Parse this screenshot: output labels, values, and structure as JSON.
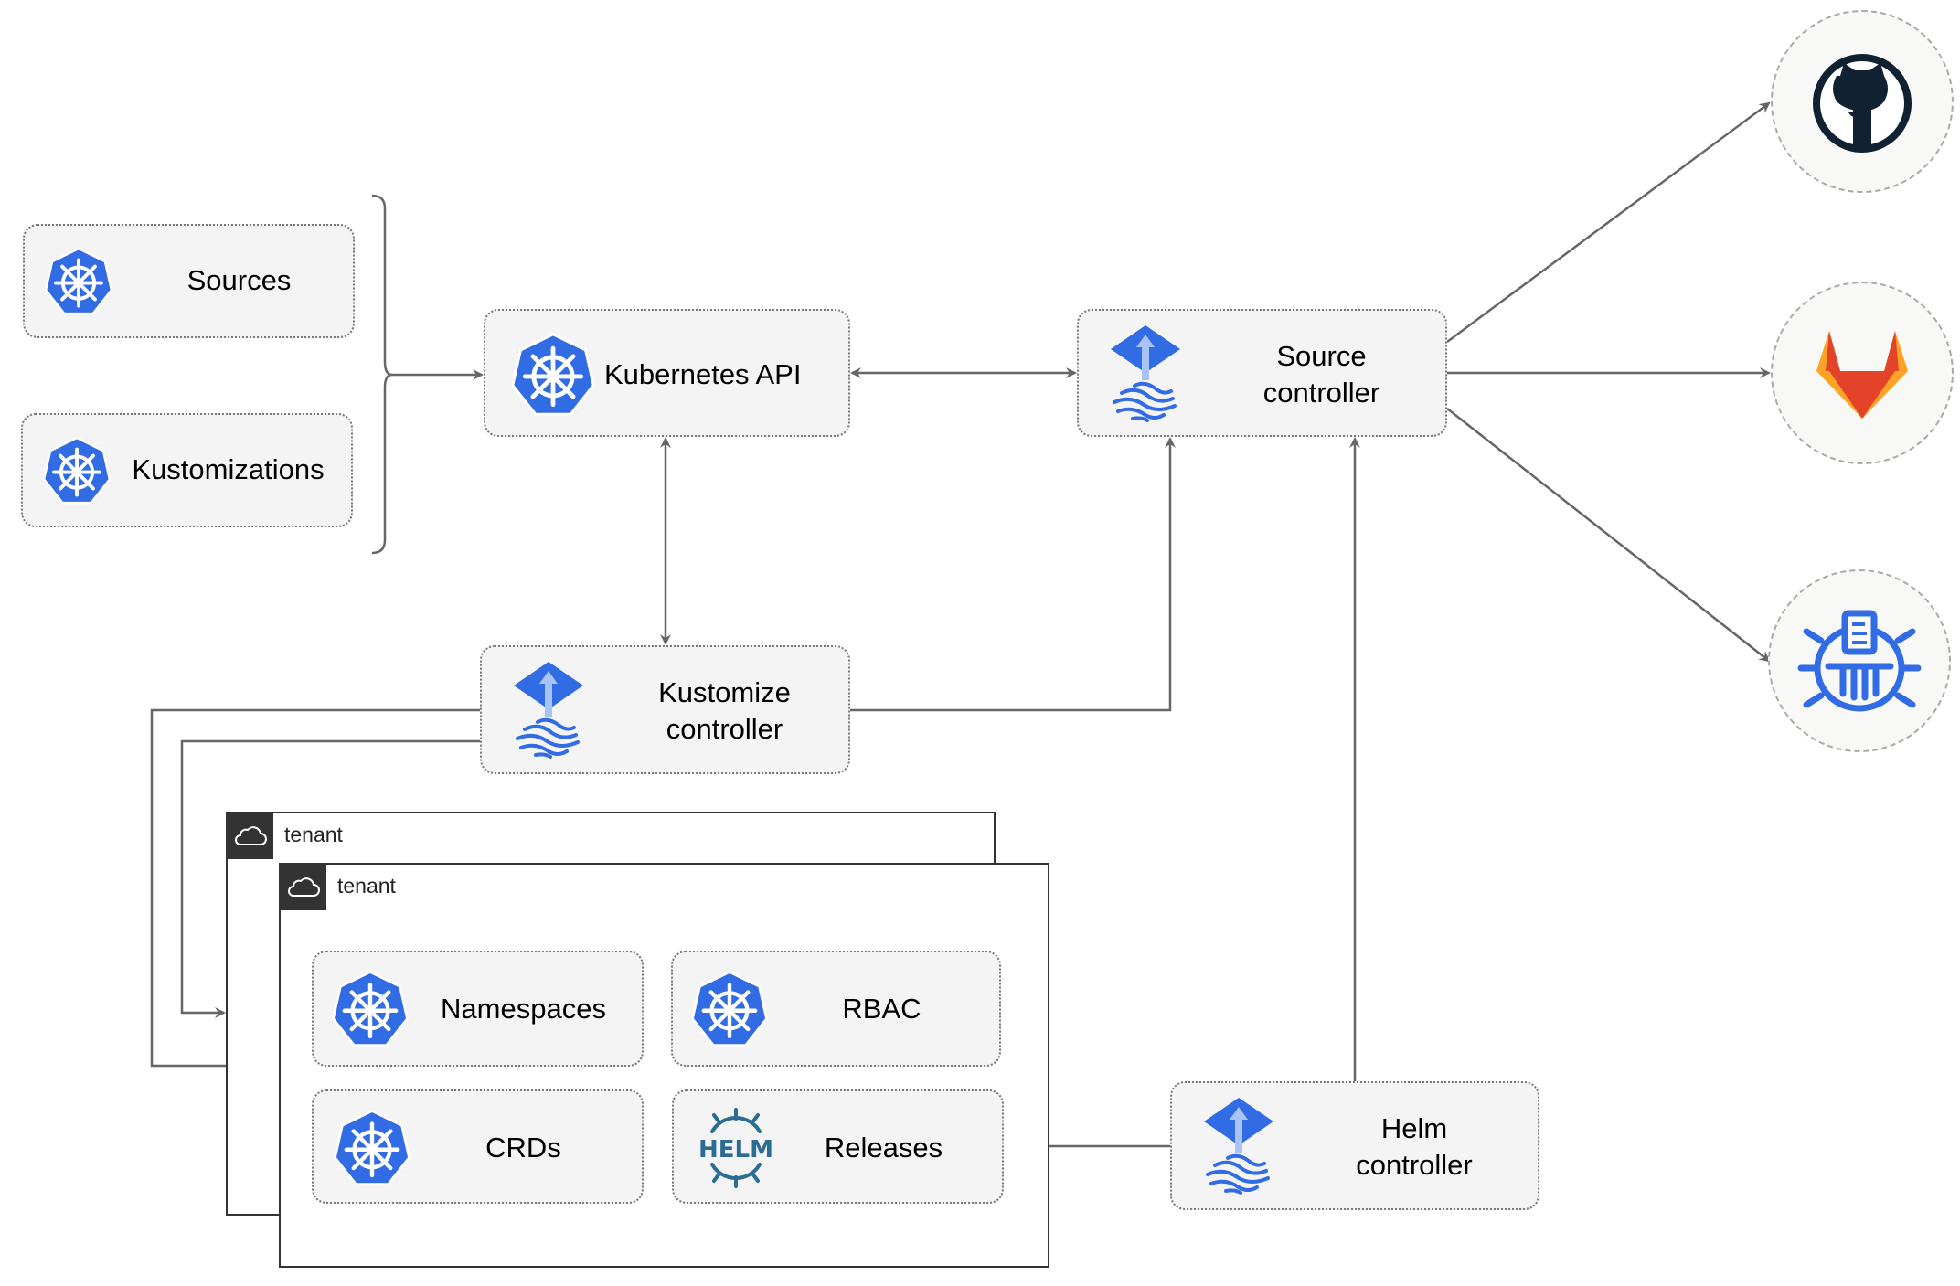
{
  "nodes": {
    "sources": "Sources",
    "kustomizations": "Kustomizations",
    "kubernetes_api": "Kubernetes API",
    "source_controller": "Source\ncontroller",
    "kustomize_controller": "Kustomize\ncontroller",
    "helm_controller": "Helm\ncontroller",
    "namespaces": "Namespaces",
    "rbac": "RBAC",
    "crds": "CRDs",
    "releases": "Releases"
  },
  "tenants": [
    "tenant",
    "tenant"
  ],
  "helm_logo_text": "HELM",
  "external_sources": [
    "github-icon",
    "gitlab-icon",
    "bucket-icon"
  ],
  "colors": {
    "kubernetes_blue": "#326ce5",
    "connector": "#666666",
    "tenant_header": "#333333",
    "gitlab_orange": "#e24329"
  }
}
